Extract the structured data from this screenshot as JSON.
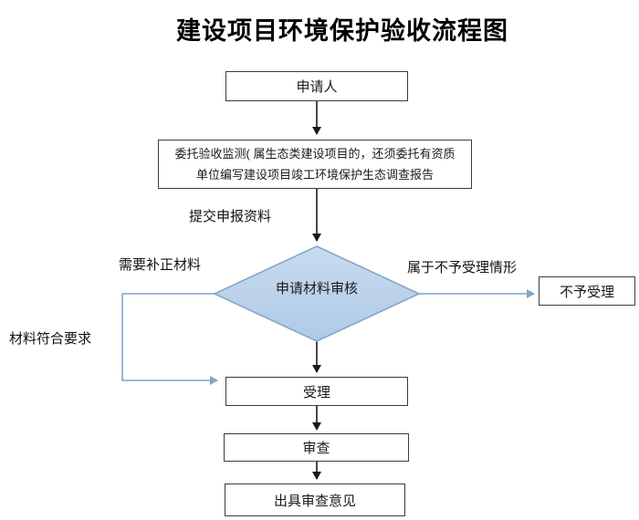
{
  "title": "建设项目环境保护验收流程图",
  "colors": {
    "background": "#FFFFFF",
    "box_border": "#3B3B3B",
    "black_connector": "#1A1A1A",
    "blue_connector": "#7FA6C8",
    "diamond_fill_top": "#C8DBEF",
    "diamond_fill_bottom": "#AFCAE6",
    "diamond_border": "#87A5C6"
  },
  "nodes": {
    "applicant": {
      "label": "申请人"
    },
    "entrust": {
      "line1": "委托验收监测( 属生态类建设项目的，还须委托有资质",
      "line2": "单位编写建设项目竣工环境保护生态调查报告"
    },
    "review": {
      "label": "申请材料审核"
    },
    "reject": {
      "label": "不予受理"
    },
    "accept": {
      "label": "受理"
    },
    "examine": {
      "label": "审查"
    },
    "opinion": {
      "label": "出具审查意见"
    }
  },
  "edge_labels": {
    "submit": "提交申报资料",
    "need_supplement": "需要补正材料",
    "not_accept_case": "属于不予受理情形",
    "materials_ok": "材料符合要求"
  }
}
